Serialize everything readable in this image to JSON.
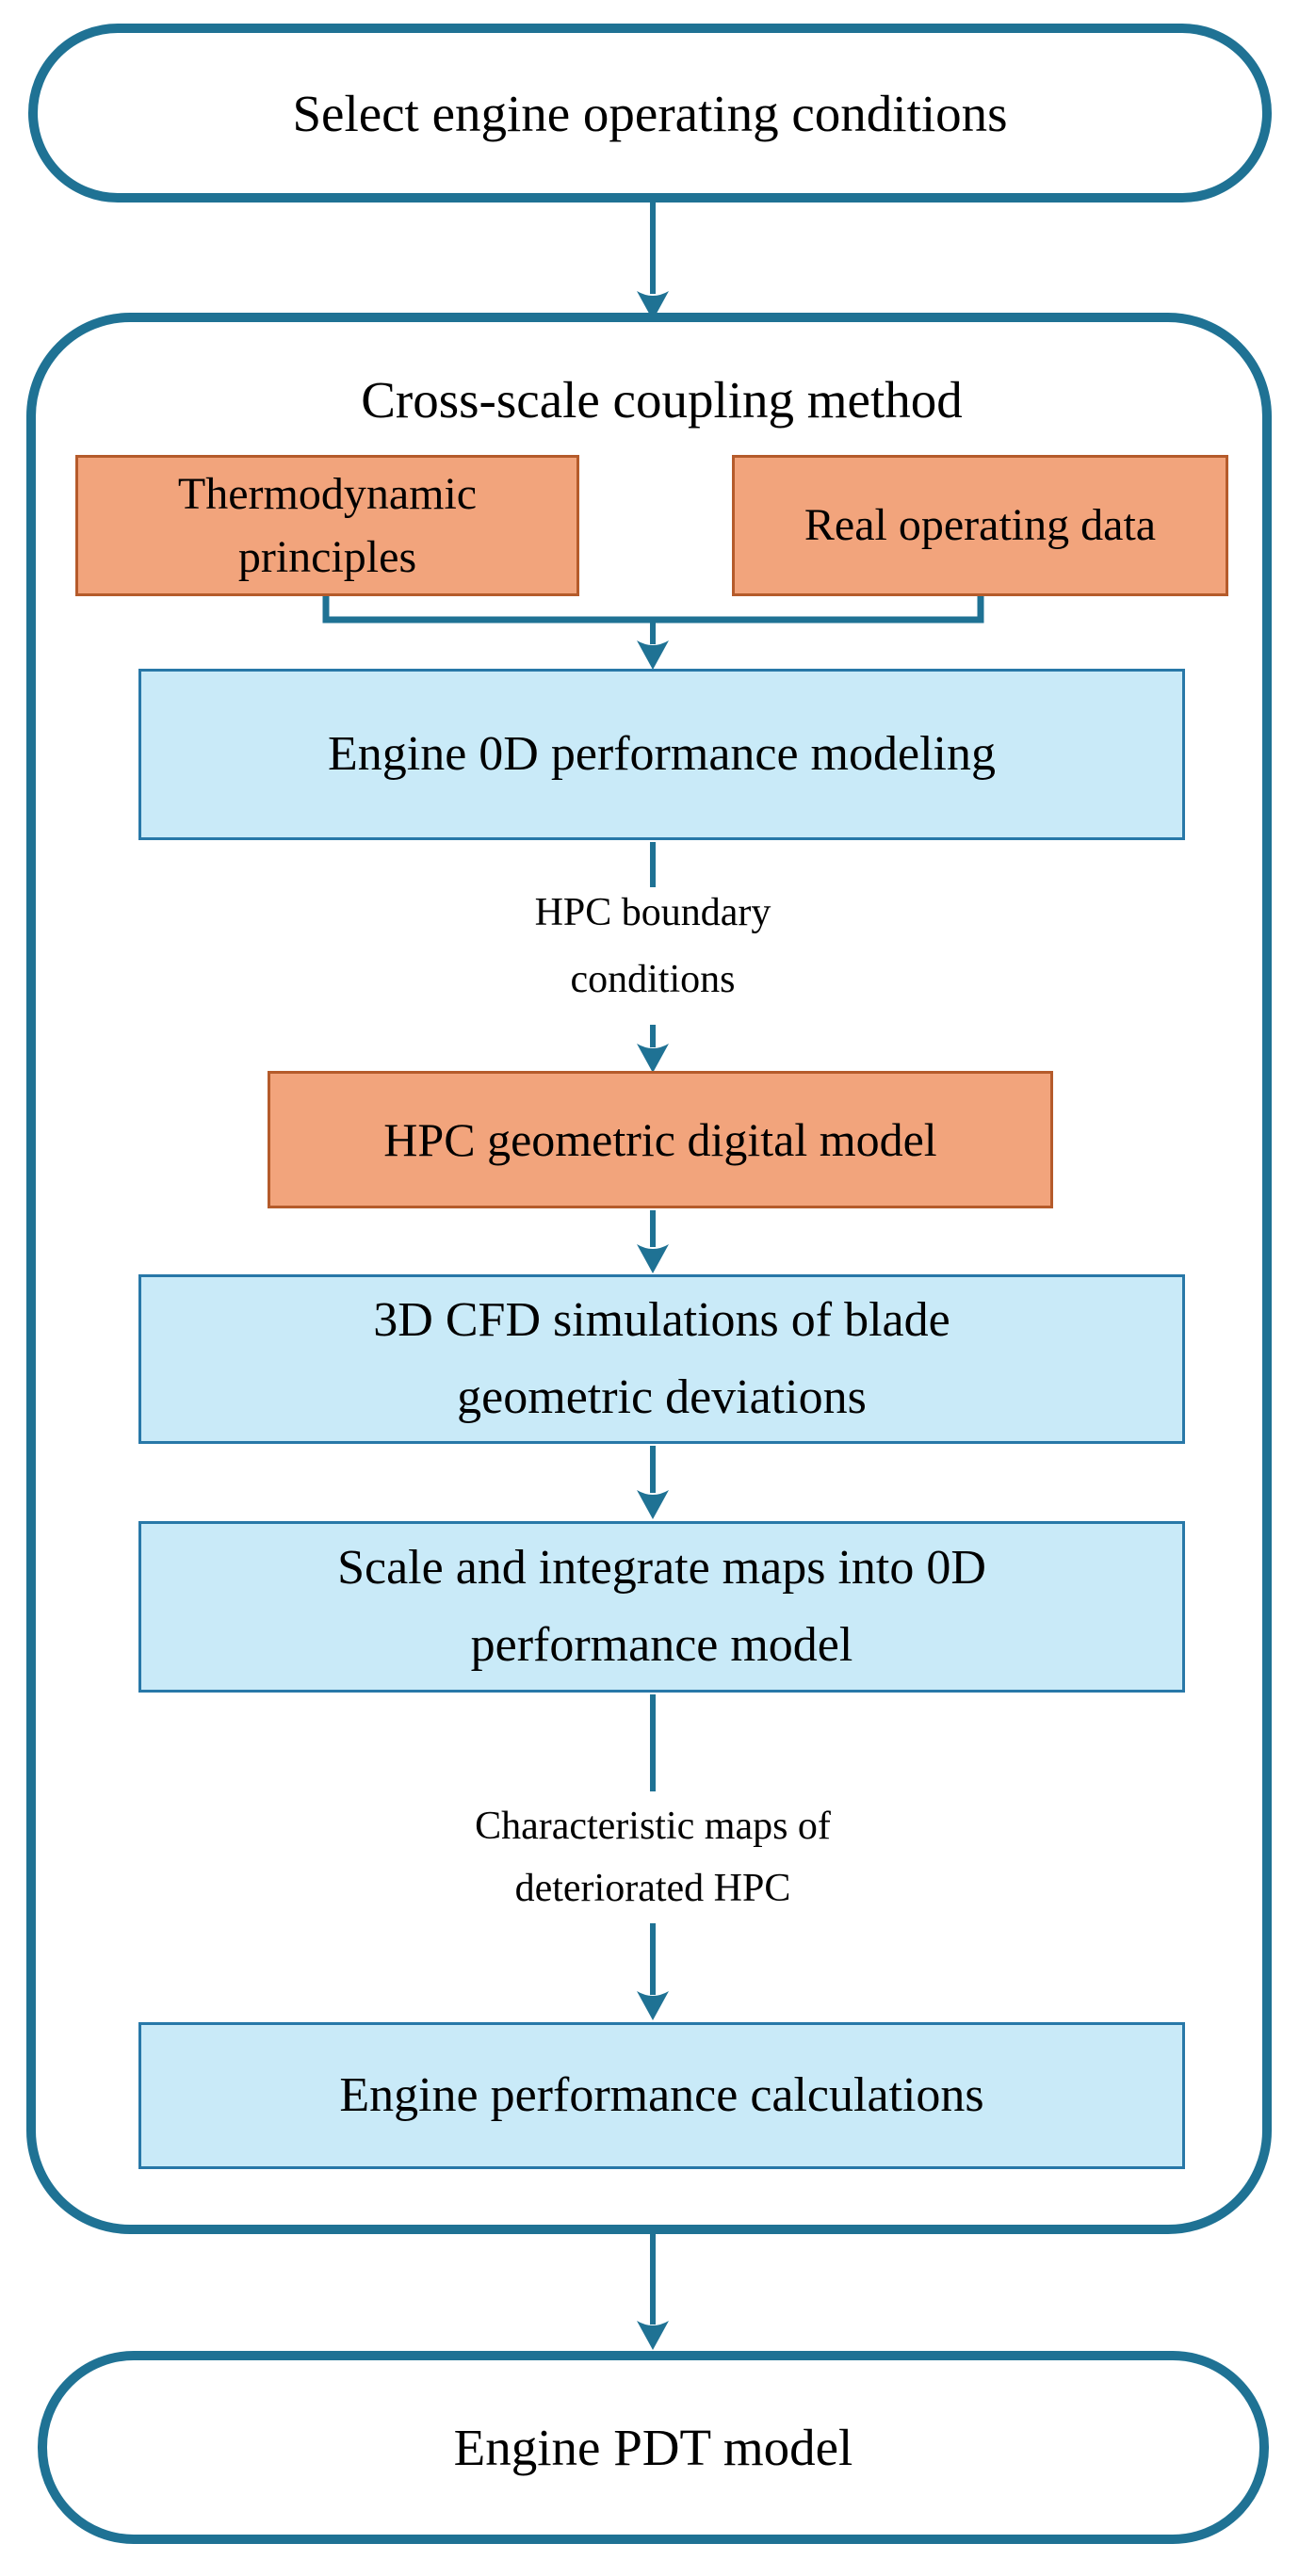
{
  "colors": {
    "edge": "#1f7294",
    "terminator-border": "#1f7294",
    "blue-box-fill": "#c9eaf8",
    "blue-box-border": "#2878a8",
    "orange-box-fill": "#f2a47c",
    "orange-box-border": "#b55b2b",
    "text": "#000000",
    "background": "#ffffff"
  },
  "nodes": {
    "start": {
      "label": "Select engine operating conditions",
      "shape": "stadium"
    },
    "group": {
      "title": "Cross-scale coupling method",
      "shape": "rounded-container"
    },
    "thermodynamic": {
      "label": "Thermodynamic\nprinciples",
      "shape": "rect-orange"
    },
    "real_data": {
      "label": "Real operating data",
      "shape": "rect-orange"
    },
    "engine_0d": {
      "label": "Engine 0D performance modeling",
      "shape": "rect-blue"
    },
    "hpc_geometric": {
      "label": "HPC geometric digital model",
      "shape": "rect-orange"
    },
    "cfd": {
      "label": "3D CFD simulations of blade\ngeometric deviations",
      "shape": "rect-blue"
    },
    "scale_maps": {
      "label": "Scale and integrate maps into 0D\nperformance model",
      "shape": "rect-blue"
    },
    "performance_calc": {
      "label": "Engine performance calculations",
      "shape": "rect-blue"
    },
    "end": {
      "label": "Engine PDT model",
      "shape": "stadium"
    }
  },
  "edge_labels": {
    "hpc_boundary": "HPC boundary\nconditions",
    "characteristic_maps": "Characteristic maps of\ndeteriorated HPC"
  }
}
